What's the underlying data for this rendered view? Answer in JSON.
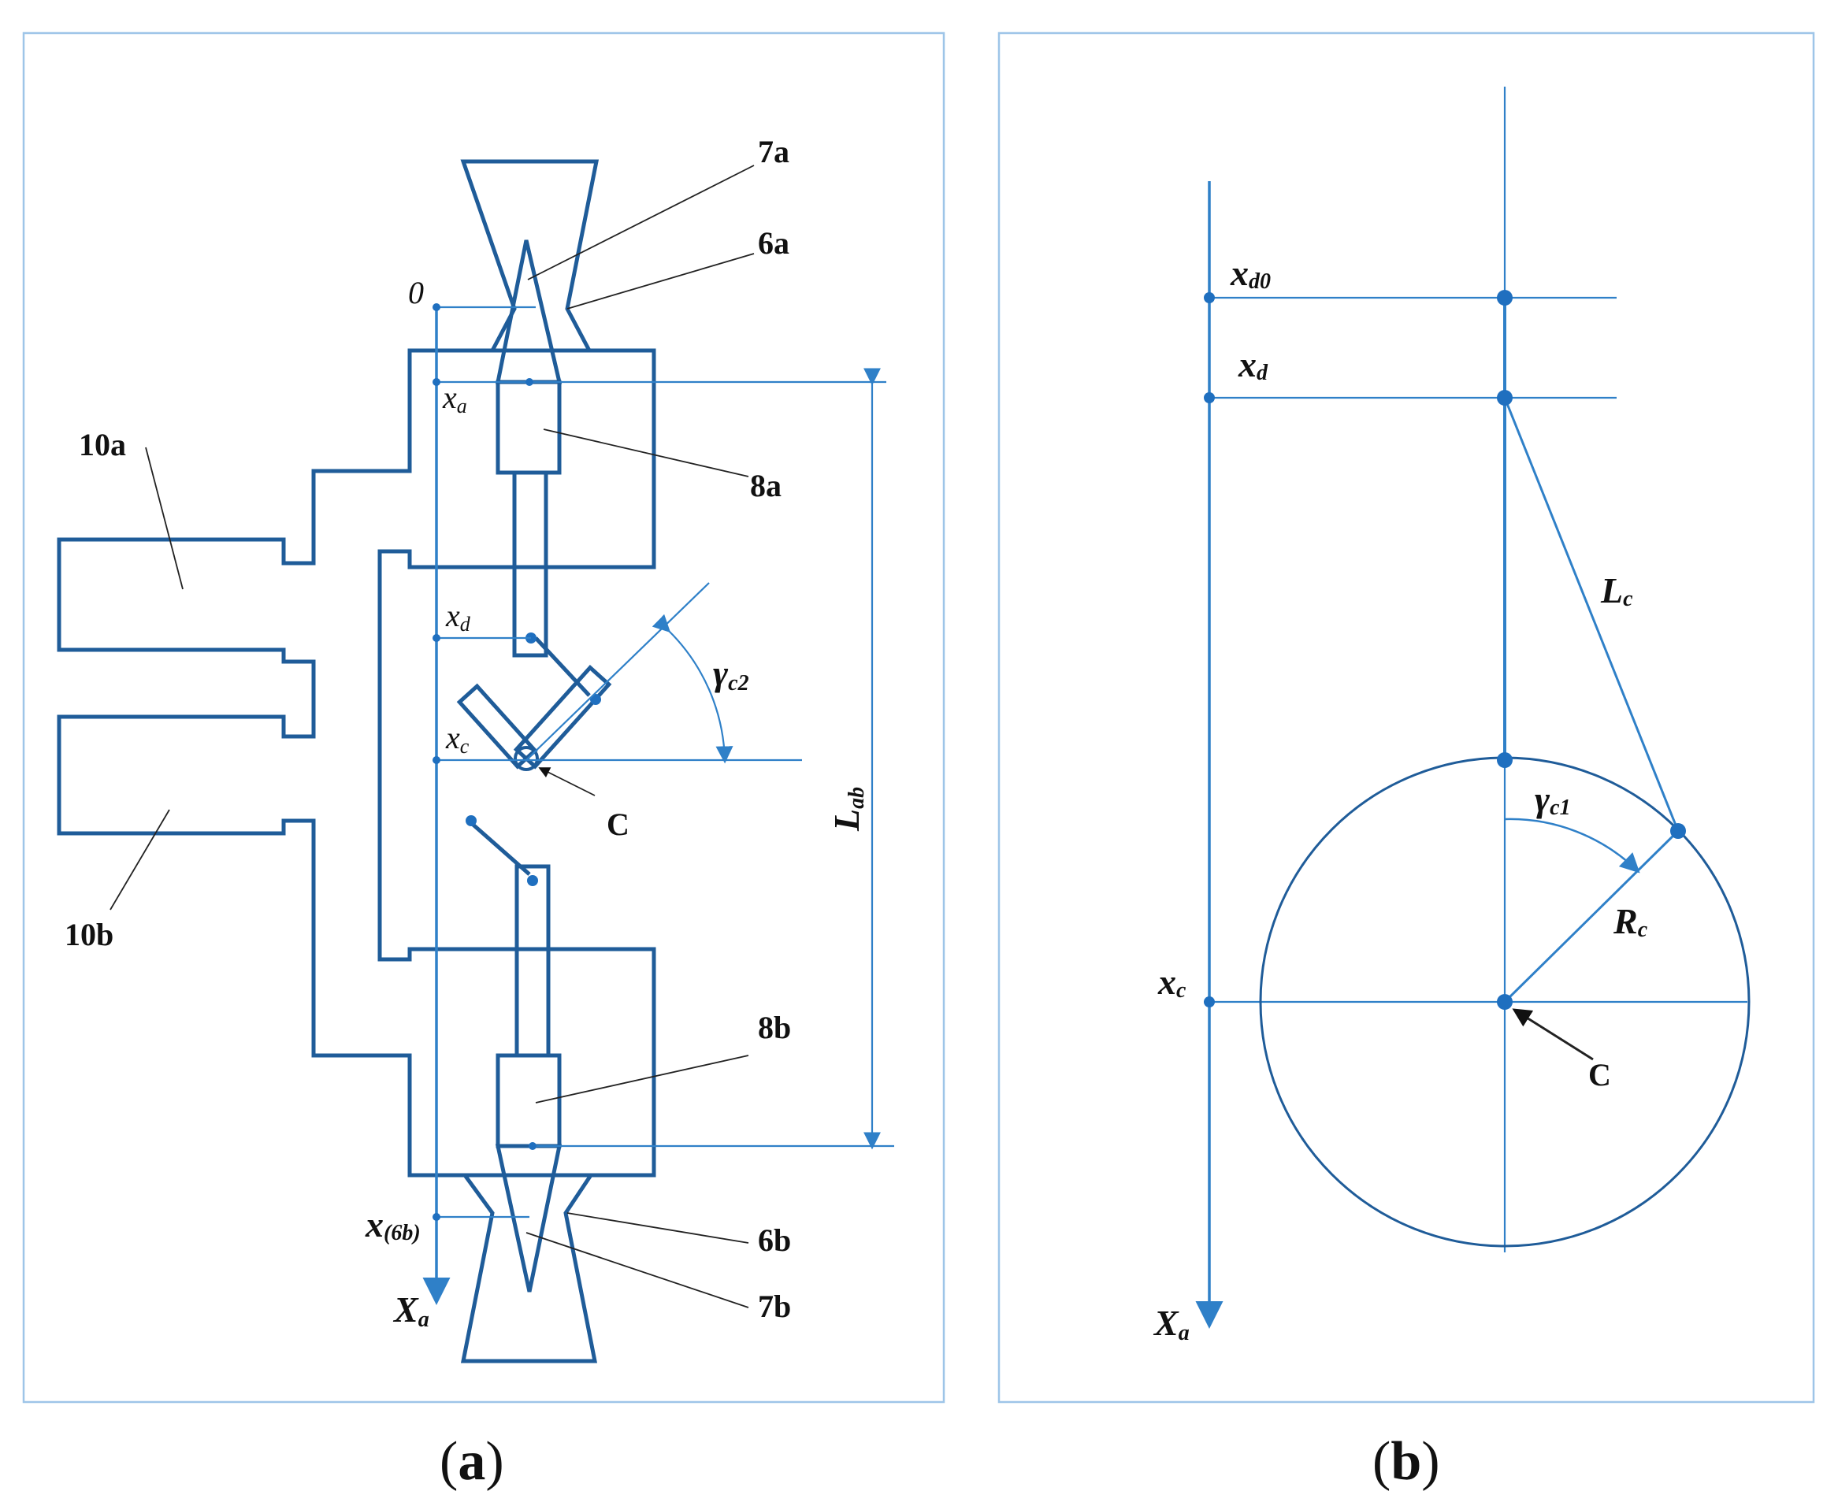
{
  "panel_a": {
    "caption": {
      "open": "(",
      "letter": "a",
      "close": ")"
    },
    "labels": {
      "l7a": "7a",
      "l6a": "6a",
      "l10a": "10a",
      "l8a": "8a",
      "l10b": "10b",
      "l8b": "8b",
      "l6b": "6b",
      "l7b": "7b",
      "point_c": "C",
      "origin": "0"
    },
    "axis_labels": {
      "xa": {
        "main": "x",
        "sub": "a"
      },
      "xd": {
        "main": "x",
        "sub": "d"
      },
      "xc": {
        "main": "x",
        "sub": "c"
      },
      "x6b": {
        "main": "x",
        "sub": "(6b)"
      },
      "Xa": {
        "main": "X",
        "sub": "a"
      },
      "Lab": {
        "main": "L",
        "sub": "ab"
      },
      "gamma": {
        "main": "γ",
        "sub": "c2"
      }
    }
  },
  "panel_b": {
    "caption": {
      "open": "(",
      "letter": "b",
      "close": ")"
    },
    "labels": {
      "point_c": "C"
    },
    "axis_labels": {
      "xd0": {
        "main": "x",
        "sub": "d0"
      },
      "xd": {
        "main": "x",
        "sub": "d"
      },
      "xc": {
        "main": "x",
        "sub": "c"
      },
      "Xa": {
        "main": "X",
        "sub": "a"
      },
      "Lc": {
        "main": "L",
        "sub": "c"
      },
      "Rc": {
        "main": "R",
        "sub": "c"
      },
      "gamma": {
        "main": "γ",
        "sub": "c1"
      }
    }
  },
  "colors": {
    "structure": "#1f5c99",
    "construction": "#2f80c8",
    "frame": "#9ec5e8",
    "text": "#111111"
  }
}
